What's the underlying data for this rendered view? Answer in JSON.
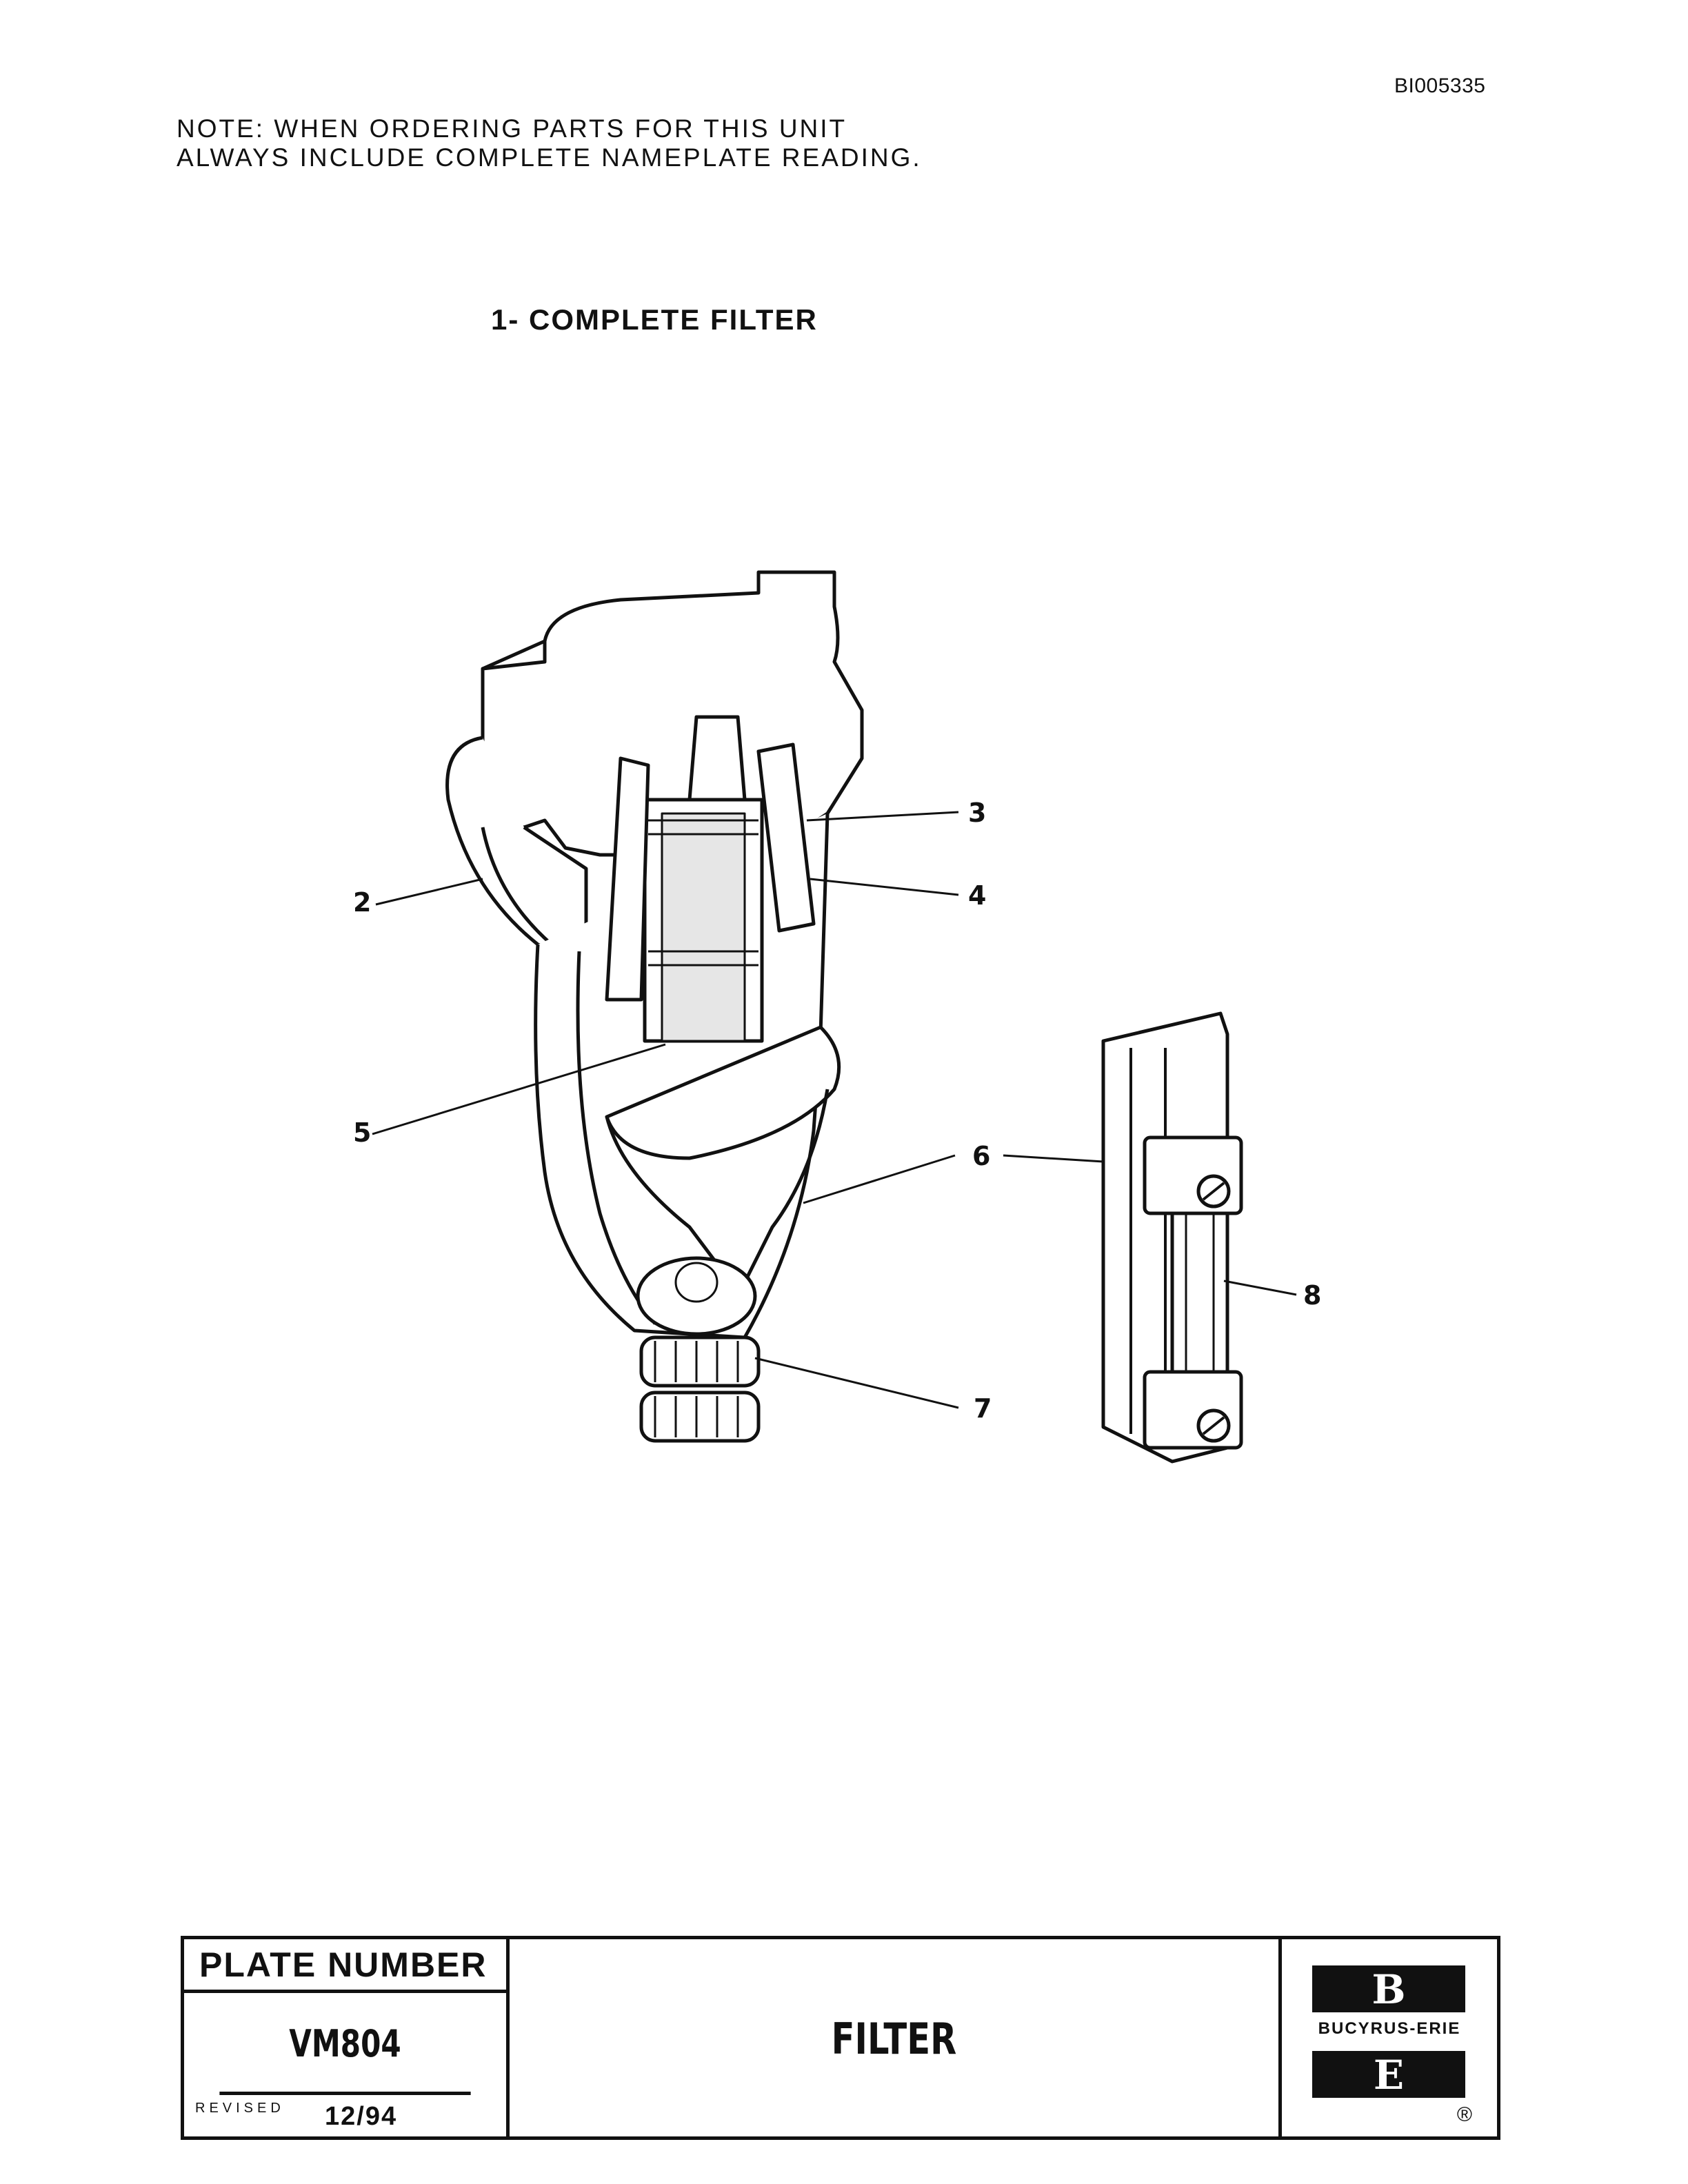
{
  "document_id": "BI005335",
  "note": {
    "line1": "NOTE:  WHEN ORDERING PARTS FOR THIS UNIT",
    "line2": "ALWAYS INCLUDE COMPLETE NAMEPLATE READING."
  },
  "heading": "1- COMPLETE FILTER",
  "callouts": [
    "2",
    "3",
    "4",
    "5",
    "6",
    "7",
    "8"
  ],
  "title_block": {
    "plate_number_label": "PLATE NUMBER",
    "plate_number": "VM804",
    "revised_label": "REVISED",
    "revised_date": "12/94",
    "title": "FILTER",
    "logo_top": "B",
    "logo_name": "BUCYRUS-ERIE",
    "logo_bottom": "E",
    "registered": "®"
  }
}
